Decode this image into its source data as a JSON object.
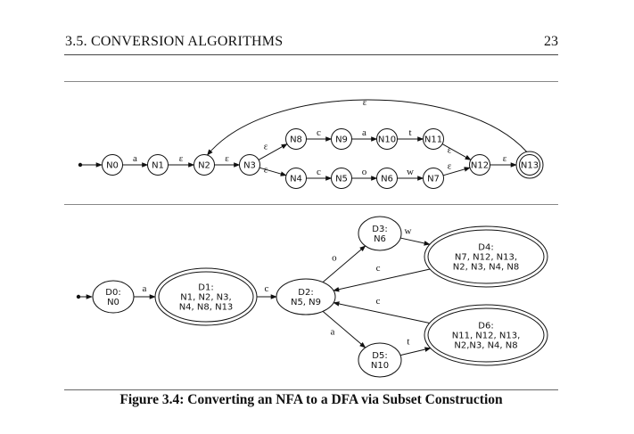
{
  "header": {
    "section": "3.5.  CONVERSION ALGORITHMS",
    "page_number": "23"
  },
  "caption": "Figure 3.4: Converting an NFA to a DFA via Subset Construction",
  "nfa": {
    "states": [
      {
        "id": "N0",
        "label": "N0",
        "accepting": false
      },
      {
        "id": "N1",
        "label": "N1",
        "accepting": false
      },
      {
        "id": "N2",
        "label": "N2",
        "accepting": false
      },
      {
        "id": "N3",
        "label": "N3",
        "accepting": false
      },
      {
        "id": "N8",
        "label": "N8",
        "accepting": false
      },
      {
        "id": "N9",
        "label": "N9",
        "accepting": false
      },
      {
        "id": "N10",
        "label": "N10",
        "accepting": false
      },
      {
        "id": "N11",
        "label": "N11",
        "accepting": false
      },
      {
        "id": "N4",
        "label": "N4",
        "accepting": false
      },
      {
        "id": "N5",
        "label": "N5",
        "accepting": false
      },
      {
        "id": "N6",
        "label": "N6",
        "accepting": false
      },
      {
        "id": "N7",
        "label": "N7",
        "accepting": false
      },
      {
        "id": "N12",
        "label": "N12",
        "accepting": false
      },
      {
        "id": "N13",
        "label": "N13",
        "accepting": true
      }
    ],
    "transitions": [
      {
        "from": "N0",
        "to": "N1",
        "label": "a"
      },
      {
        "from": "N1",
        "to": "N2",
        "label": "ε"
      },
      {
        "from": "N2",
        "to": "N3",
        "label": "ε"
      },
      {
        "from": "N3",
        "to": "N8",
        "label": "ε"
      },
      {
        "from": "N8",
        "to": "N9",
        "label": "c"
      },
      {
        "from": "N9",
        "to": "N10",
        "label": "a"
      },
      {
        "from": "N10",
        "to": "N11",
        "label": "t"
      },
      {
        "from": "N11",
        "to": "N12",
        "label": "ε"
      },
      {
        "from": "N3",
        "to": "N4",
        "label": "ε"
      },
      {
        "from": "N4",
        "to": "N5",
        "label": "c"
      },
      {
        "from": "N5",
        "to": "N6",
        "label": "o"
      },
      {
        "from": "N6",
        "to": "N7",
        "label": "w"
      },
      {
        "from": "N7",
        "to": "N12",
        "label": "ε"
      },
      {
        "from": "N12",
        "to": "N13",
        "label": "ε"
      },
      {
        "from": "N13",
        "to": "N2",
        "label": "ε"
      }
    ]
  },
  "dfa": {
    "states": [
      {
        "id": "D0",
        "lines": [
          "D0:",
          "N0"
        ],
        "accepting": false
      },
      {
        "id": "D1",
        "lines": [
          "D1:",
          "N1, N2, N3,",
          "N4, N8, N13"
        ],
        "accepting": true
      },
      {
        "id": "D2",
        "lines": [
          "D2:",
          "N5, N9"
        ],
        "accepting": false
      },
      {
        "id": "D3",
        "lines": [
          "D3:",
          "N6"
        ],
        "accepting": false
      },
      {
        "id": "D4",
        "lines": [
          "D4:",
          "N7, N12, N13,",
          "N2, N3, N4, N8"
        ],
        "accepting": true
      },
      {
        "id": "D5",
        "lines": [
          "D5:",
          "N10"
        ],
        "accepting": false
      },
      {
        "id": "D6",
        "lines": [
          "D6:",
          "N11, N12, N13,",
          "N2,N3, N4, N8"
        ],
        "accepting": true
      }
    ],
    "transitions": [
      {
        "from": "D0",
        "to": "D1",
        "label": "a"
      },
      {
        "from": "D1",
        "to": "D2",
        "label": "c"
      },
      {
        "from": "D2",
        "to": "D3",
        "label": "o"
      },
      {
        "from": "D3",
        "to": "D4",
        "label": "w"
      },
      {
        "from": "D4",
        "to": "D2",
        "label": "c"
      },
      {
        "from": "D2",
        "to": "D5",
        "label": "a"
      },
      {
        "from": "D5",
        "to": "D6",
        "label": "t"
      },
      {
        "from": "D6",
        "to": "D2",
        "label": "c"
      }
    ]
  }
}
